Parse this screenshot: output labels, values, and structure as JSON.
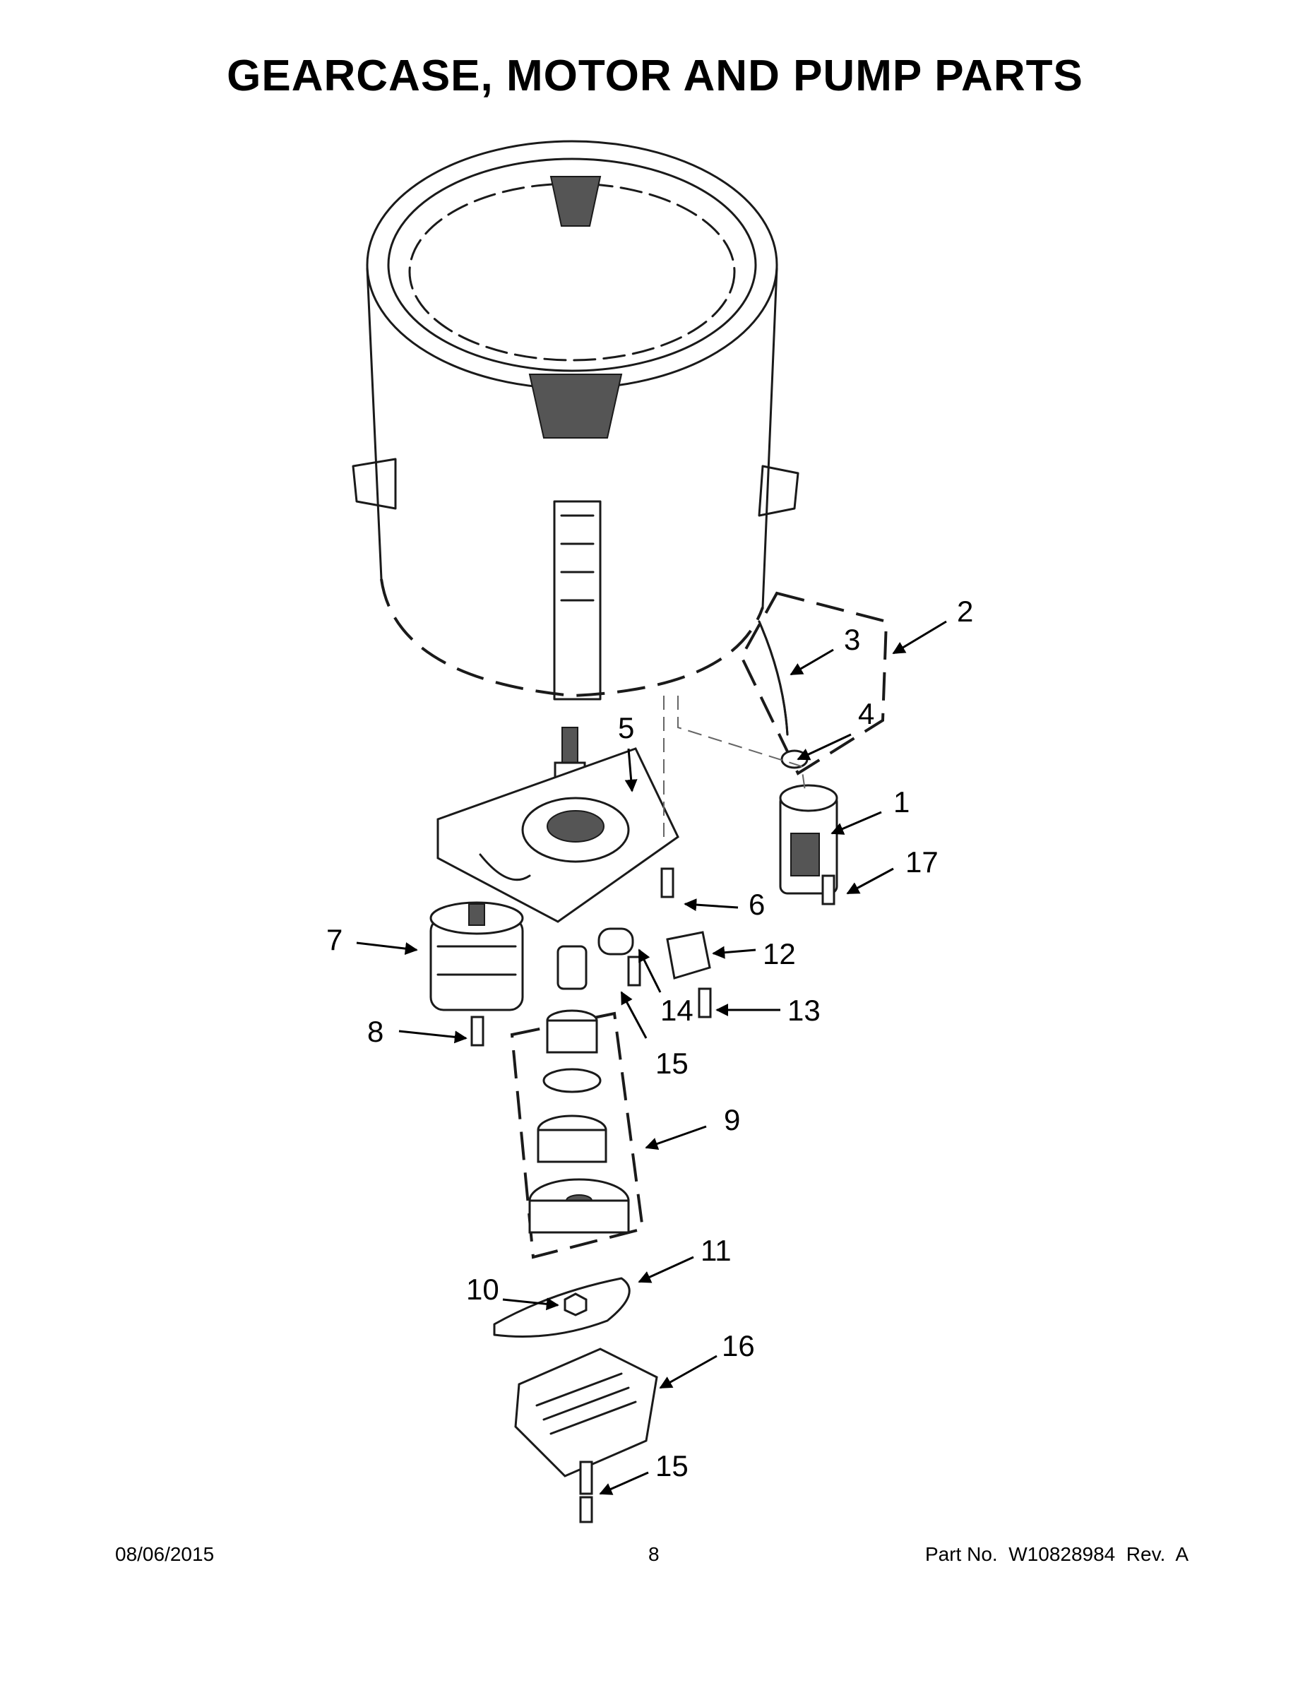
{
  "title": "GEARCASE, MOTOR AND PUMP PARTS",
  "callouts": {
    "c1": "1",
    "c2": "2",
    "c3": "3",
    "c4": "4",
    "c5": "5",
    "c6": "6",
    "c7": "7",
    "c8": "8",
    "c9": "9",
    "c10": "10",
    "c11": "11",
    "c12": "12",
    "c13": "13",
    "c14": "14",
    "c15a": "15",
    "c15b": "15",
    "c16": "16",
    "c17": "17"
  },
  "footer": {
    "date": "08/06/2015",
    "page": "8",
    "part_number": "Part No.  W10828984  Rev.  A"
  }
}
